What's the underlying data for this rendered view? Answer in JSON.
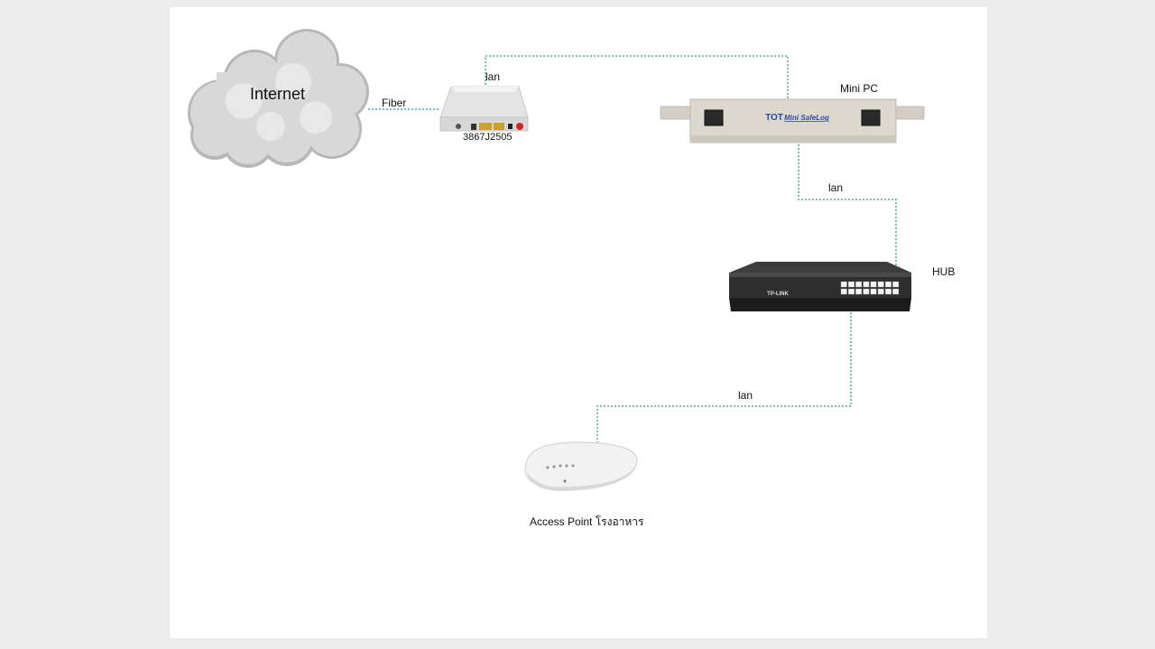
{
  "nodes": {
    "internet": {
      "label": "Internet"
    },
    "onu": {
      "label": "3867J2505"
    },
    "mini_pc": {
      "label": "Mini PC",
      "brand_logo": "TOT",
      "brand_text": "Mini SafeLog"
    },
    "hub": {
      "label": "HUB",
      "brand_logo": "TP-LINK"
    },
    "access_point": {
      "label": "Access Point โรงอาหาร"
    }
  },
  "links": {
    "internet_onu": "Fiber",
    "onu_minipc": "lan",
    "minipc_hub": "lan",
    "hub_ap": "lan"
  },
  "colors": {
    "page_bg": "#ececec",
    "canvas_bg": "#ffffff",
    "fiber_line": "#2b8cb8",
    "lan_line": "#2aa86a"
  }
}
